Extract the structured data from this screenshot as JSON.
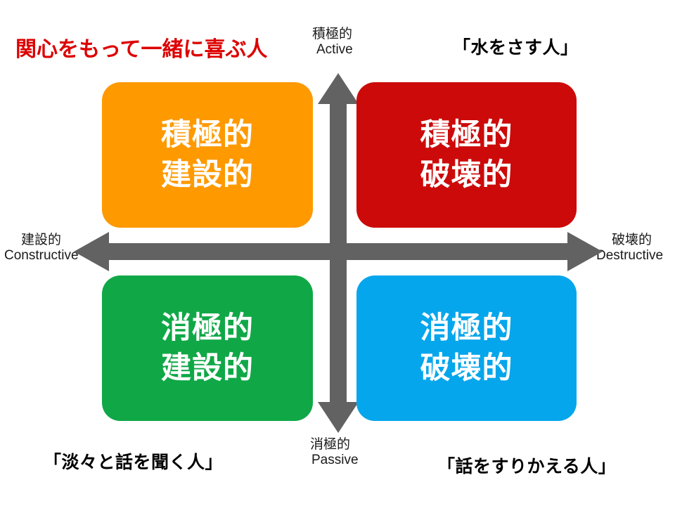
{
  "diagram": {
    "title_top_left": "関心をもって一緒に喜ぶ人",
    "annotations": {
      "top_right": "「水をさす人」",
      "bottom_left": "「淡々と話を聞く人」",
      "bottom_right": "「話をすりかえる人」"
    },
    "axes": {
      "top": {
        "jp": "積極的",
        "en": "Active"
      },
      "bottom": {
        "jp": "消極的",
        "en": "Passive"
      },
      "left": {
        "jp": "建設的",
        "en": "Constructive"
      },
      "right": {
        "jp": "破壊的",
        "en": "Destructive"
      }
    },
    "axis_color": "#626262",
    "quadrants": [
      {
        "id": "active-constructive",
        "line1": "積極的",
        "line2": "建設的",
        "color": "#FF9900",
        "text_color": "#FFFFFF"
      },
      {
        "id": "active-destructive",
        "line1": "積極的",
        "line2": "破壊的",
        "color": "#CC0A0A",
        "text_color": "#FFFFFF"
      },
      {
        "id": "passive-constructive",
        "line1": "消極的",
        "line2": "建設的",
        "color": "#10A847",
        "text_color": "#FFFFFF"
      },
      {
        "id": "passive-destructive",
        "line1": "消極的",
        "line2": "破壊的",
        "color": "#06A6EC",
        "text_color": "#FFFFFF"
      }
    ]
  }
}
